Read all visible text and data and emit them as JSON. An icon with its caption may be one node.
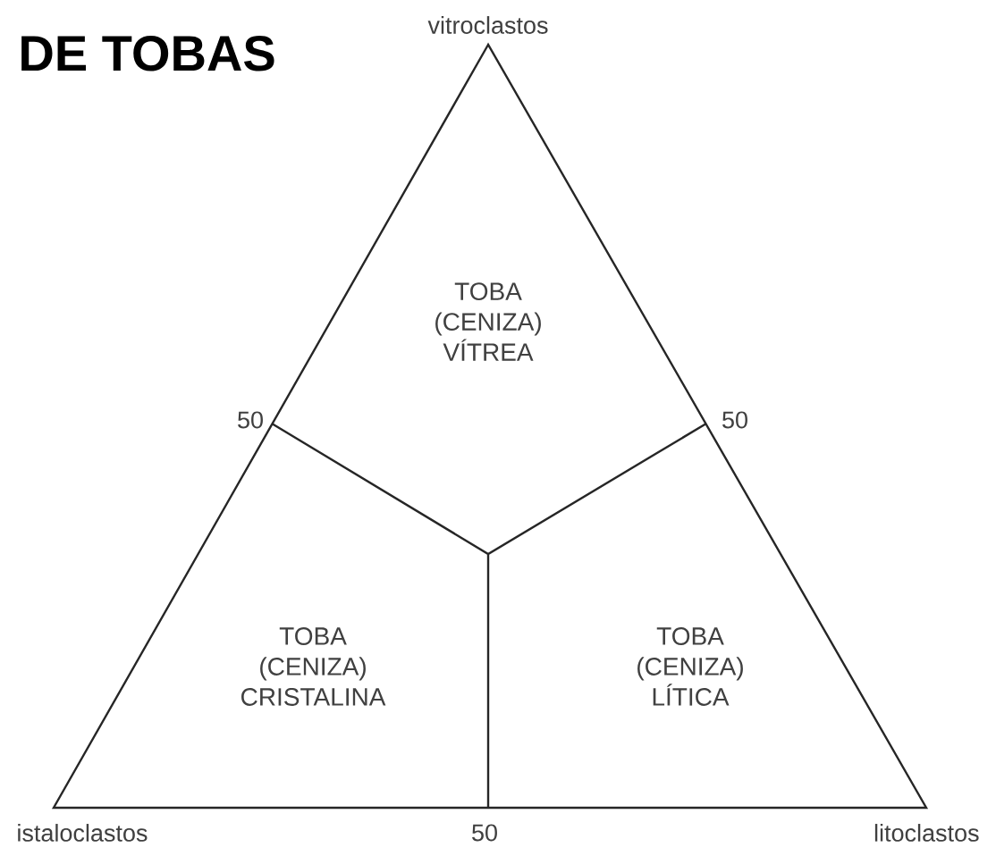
{
  "diagram": {
    "title": "DE TOBAS",
    "labels": [
      "vitroclastos",
      "TOBA (CENIZA) VÍTREA",
      "50",
      "50",
      "TOBA (CENIZA) CRISTALINA",
      "TOBA (CENIZA) LÍTICA",
      "istaloclastos",
      "50",
      "litoclastos"
    ]
  }
}
